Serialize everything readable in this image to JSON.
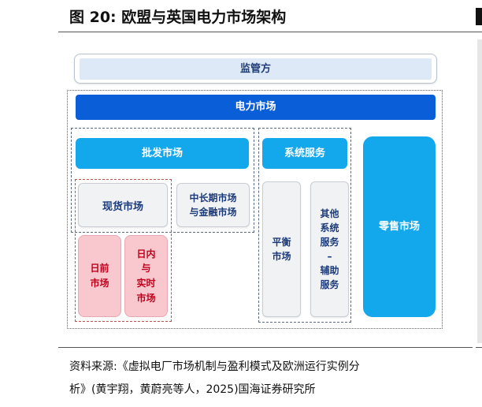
{
  "figure": {
    "title": "图 20:  欧盟与英国电力市场架构"
  },
  "diagram": {
    "regulator": "监管方",
    "power_market": "电力市场",
    "wholesale_market": "批发市场",
    "system_services": "系统服务",
    "retail_market": "零售市场",
    "spot_market": "现货市场",
    "mid_long_term": [
      "中长期市场",
      "与金融市场"
    ],
    "balancing_market": [
      "平衡",
      "市场"
    ],
    "other_services": [
      "其他",
      "系统",
      "服务",
      "–",
      "辅助",
      "服务"
    ],
    "day_ahead_market": [
      "日前",
      "市场"
    ],
    "intraday_market": [
      "日内",
      "与",
      "实时",
      "市场"
    ]
  },
  "source": {
    "line1": "资料来源:《虚拟电厂市场机制与盈利模式及欧洲运行实例分",
    "line2": "析》(黄宇翔，黄蔚亮等人，2025)国海证券研究所"
  },
  "colors": {
    "power_bar": "#0a5fd8",
    "cyan_blocks": "#13a7ec",
    "pink_blocks": "#f9c8cf",
    "pink_text": "#c0001a",
    "grey_text": "#1b3a7a"
  }
}
